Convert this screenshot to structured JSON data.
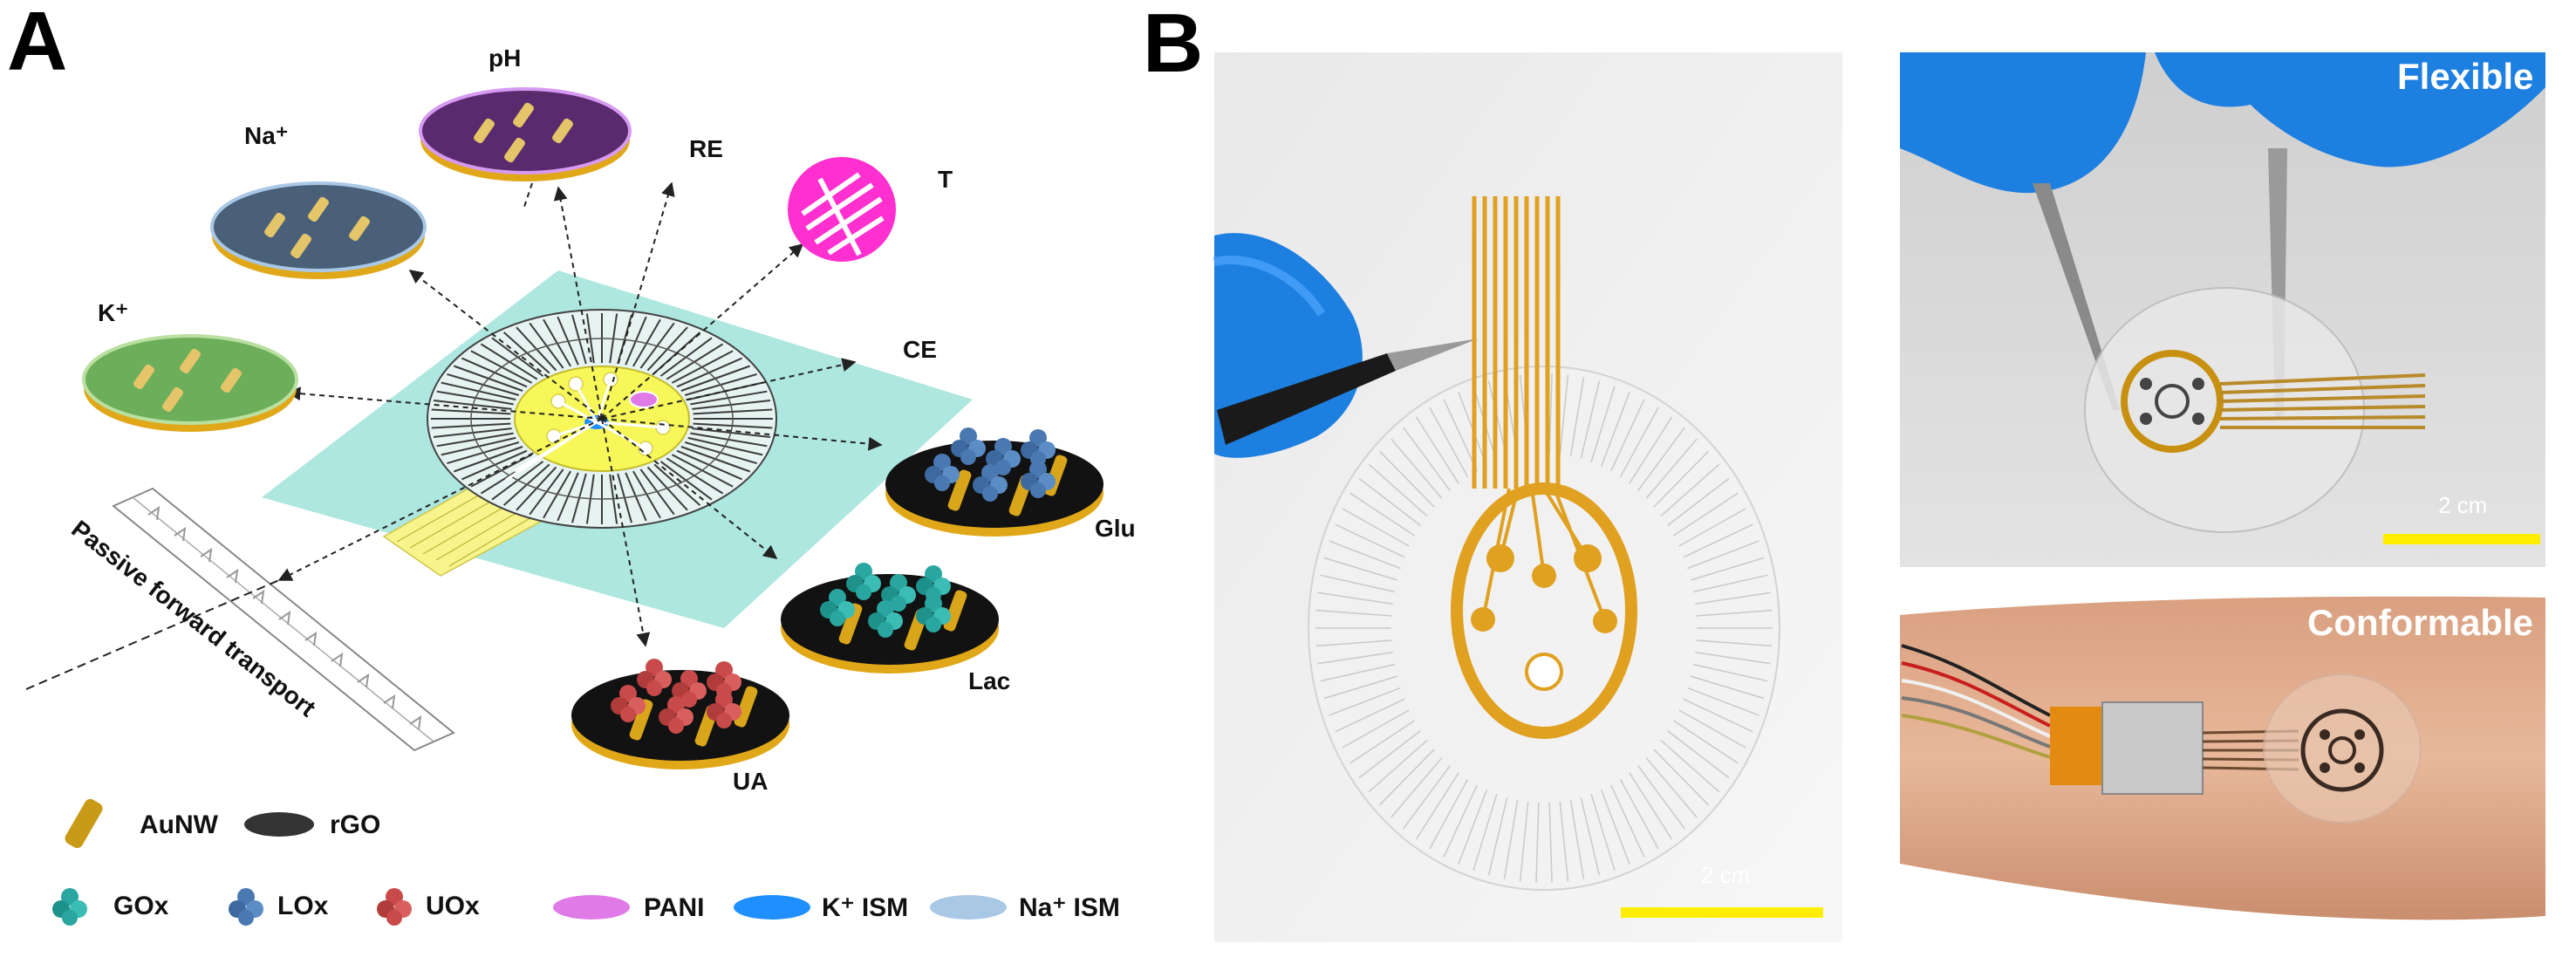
{
  "panels": {
    "a": {
      "letter": "A",
      "sensor_labels": {
        "ph": "pH",
        "na": "Na⁺",
        "k": "K⁺",
        "re": "RE",
        "t": "T",
        "ce": "CE",
        "glu": "Glu",
        "lac": "Lac",
        "ua": "UA"
      },
      "transport_label": "Passive forward  transport",
      "legend": {
        "aunw": "AuNW",
        "rgo": "rGO",
        "gox": "GOx",
        "lox": "LOx",
        "uox": "UOx",
        "pani": "PANI",
        "k_ism": "K⁺ ISM",
        "na_ism": "Na⁺ ISM"
      },
      "colors": {
        "substrate": "#9fe3d9",
        "gold": "#e8b21e",
        "ph_disc": "#5a2a6e",
        "na_disc": "#4a5f78",
        "k_disc": "#6cae5a",
        "t_disc": "#ff2fd0",
        "enzyme_disc": "#121212",
        "gox": "#2aa6a0",
        "lox": "#4a78b0",
        "uox": "#c84a4a",
        "pani": "#e07ae6",
        "k_ism": "#1f8fff",
        "na_ism": "#a9c8e6"
      }
    },
    "b": {
      "letter": "B",
      "photos": {
        "main": {
          "scale_label": "2 cm"
        },
        "flexible": {
          "label": "Flexible",
          "scale_label": "2 cm"
        },
        "conformable": {
          "label": "Conformable"
        }
      },
      "colors": {
        "scale_bar": "#ffee00",
        "glove": "#1d7fe0"
      }
    }
  }
}
